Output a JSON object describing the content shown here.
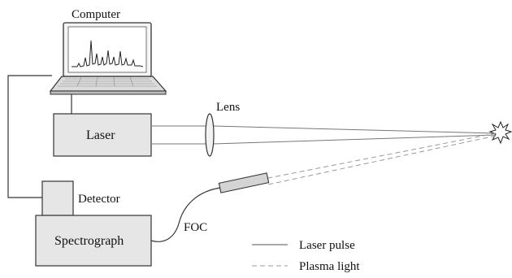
{
  "labels": {
    "computer": "Computer",
    "lens": "Lens",
    "laser": "Laser",
    "detector": "Detector",
    "spectrograph": "Spectrograph",
    "foc": "FOC"
  },
  "legend": {
    "laser_pulse": "Laser pulse",
    "plasma_light": "Plasma light"
  },
  "colors": {
    "box_fill": "#e6e6e6",
    "stroke": "#333333",
    "screen": "#ffffff",
    "laptop_body": "#d9d9d9",
    "dashed": "#9a9a9a"
  }
}
